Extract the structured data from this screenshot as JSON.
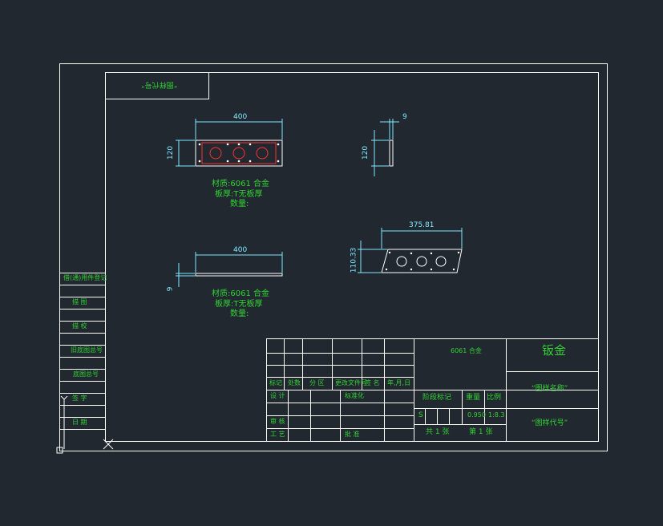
{
  "colors": {
    "background": "#212830",
    "frame": "#ffffff",
    "dimension": "#7fe9ff",
    "text_green": "#33d133",
    "part_red": "#ff3030"
  },
  "drawing": {
    "mirrored_stamp": "“图样代号”",
    "views": {
      "front_width": "400",
      "front_height": "120",
      "side_thickness": "9",
      "side_height": "120",
      "top_width": "400",
      "top_thickness": "9",
      "flat_width": "375.81",
      "flat_height": "110.33"
    },
    "notes_upper": [
      "材质:6061 合金",
      "板厚:T无板厚",
      "数量:"
    ],
    "notes_lower": [
      "材质:6061 合金",
      "板厚:T无板厚",
      "数量:"
    ]
  },
  "left_strip": [
    "借(通)用件登记",
    "描 图",
    "描 校",
    "旧底图总号",
    "底图总号",
    "签 字",
    "日 期"
  ],
  "title_block": {
    "revision_headers": [
      "标记",
      "处数",
      "分 区",
      "更改文件号",
      "签 名",
      "年,月,日"
    ],
    "design": "设 计",
    "standardize": "标准化",
    "review": "审 核",
    "process": "工 艺",
    "approve": "批 准",
    "material": "6061 合金",
    "stage_label": "阶段标记",
    "weight_label": "重量",
    "scale_label": "比例",
    "stage_value": "S",
    "weight_value": "0.950",
    "scale_value": "1:8.3",
    "sheets_total": "共 1 张",
    "sheet_no": "第 1 张",
    "title": "钣金",
    "drawing_name": "“图样名称”",
    "drawing_code": "“图样代号”"
  }
}
